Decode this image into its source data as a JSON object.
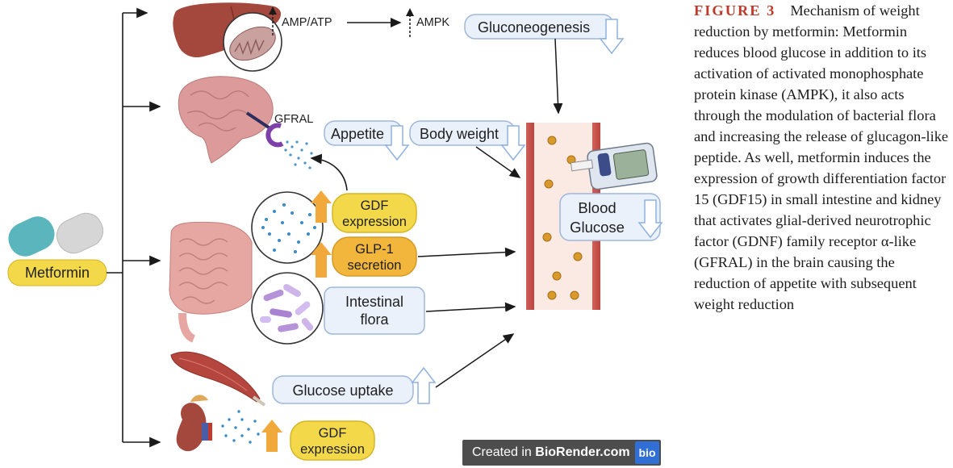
{
  "diagram": {
    "drug": {
      "label": "Metformin"
    },
    "liver": {
      "amp_atp": "AMP/ATP",
      "ampk": "AMPK",
      "gluconeogenesis": "Gluconeogenesis"
    },
    "brain": {
      "receptor": "GFRAL",
      "appetite": "Appetite",
      "body_weight": "Body weight"
    },
    "intestine": {
      "gdf_expression_line1": "GDF",
      "gdf_expression_line2": "expression",
      "glp1_line1": "GLP-1",
      "glp1_line2": "secretion",
      "flora_line1": "Intestinal",
      "flora_line2": "flora"
    },
    "muscle": {
      "glucose_uptake": "Glucose uptake"
    },
    "kidney": {
      "gdf_line1": "GDF",
      "gdf_line2": "expression"
    },
    "blood": {
      "label_line1": "Blood",
      "label_line2": "Glucose"
    }
  },
  "badge": {
    "prefix": "Created in ",
    "brand": "BioRender.com",
    "logo": "bio"
  },
  "caption": {
    "figure_label": "FIGURE 3",
    "text": "Mechanism of weight reduction by metformin: Metformin reduces blood glucose in addition to its activation of activated monophosphate protein kinase (AMPK), it also acts through the modulation of bacterial flora and increasing the release of glucagon-like peptide. As well, metformin induces the expression of growth differentiation factor 15 (GDF15) in small intestine and kidney that activates glial-derived neurotrophic factor (GDNF) family receptor α-like (GFRAL) in the brain causing the reduction of appetite with subsequent weight reduction"
  },
  "colors": {
    "box_fill": "#eaf1fb",
    "box_stroke": "#9db7dd",
    "yellow": "#f3d94a",
    "orange": "#f2b63c",
    "arrow_orange": "#f0a93a",
    "vessel": "#c9544b",
    "vessel_inner": "#fbe9e4",
    "dot": "#d89a2c"
  }
}
